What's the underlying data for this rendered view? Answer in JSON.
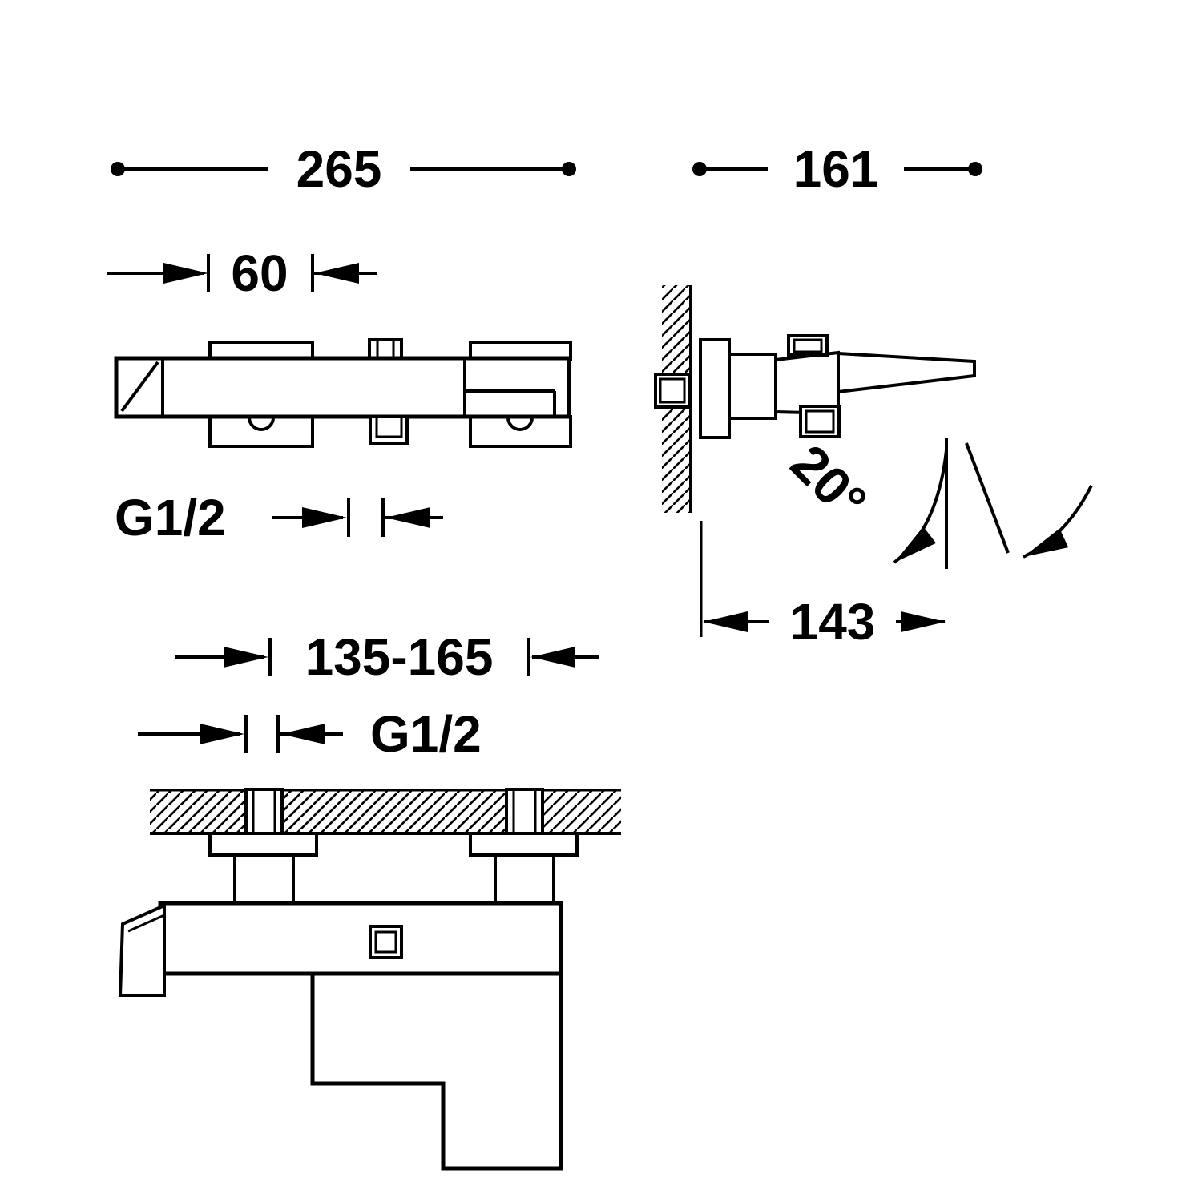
{
  "diagram": {
    "type": "technical-drawing",
    "subject": "Wall-mounted single-lever bath-shower mixer dimensional drawing (three views)",
    "colors": {
      "background": "#ffffff",
      "line": "#000000"
    },
    "labels": {
      "dim_overall_width": "265",
      "dim_side_projection": "161",
      "dim_escutcheon_width": "60",
      "thread_top_view": "G1/2",
      "angle_handle": "20°",
      "dim_spout_reach": "143",
      "dim_connection_centers": "135-165",
      "thread_bottom_view": "G1/2"
    }
  }
}
